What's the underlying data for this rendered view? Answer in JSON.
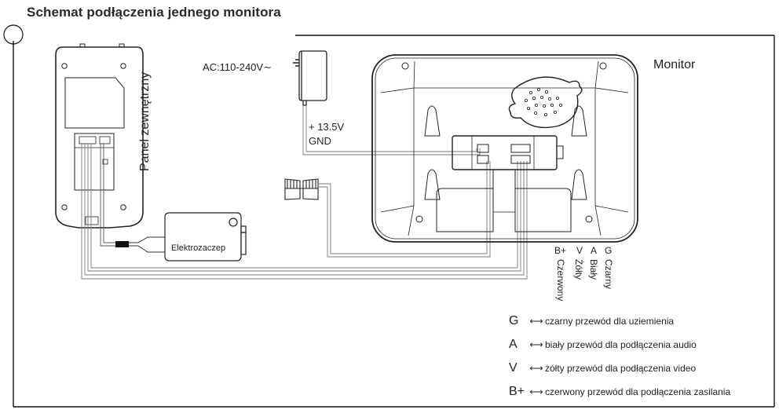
{
  "title": "Schemat podłączenia jednego monitora",
  "components": {
    "outdoor_panel": "Panel zewnętrzny",
    "monitor": "Monitor",
    "power_adapter": {
      "input": "AC:110-240V∼",
      "output_plus": "+ 13.5V",
      "output_gnd": "GND"
    },
    "door_strike": "Elektrozaczep"
  },
  "terminals": {
    "pins": [
      "B+",
      "V",
      "A",
      "G"
    ],
    "wire_colors": [
      "Czerwony",
      "Żółty",
      "Biały",
      "Czarny"
    ]
  },
  "legend": [
    {
      "symbol": "G",
      "arrow": "⟷",
      "text": "czarny przewód dla uziemienia"
    },
    {
      "symbol": "A",
      "arrow": "⟷",
      "text": "biały przewód dla podłączenia audio"
    },
    {
      "symbol": "V",
      "arrow": "⟷",
      "text": "żółty przewód dla podłączenia video"
    },
    {
      "symbol": "B+",
      "arrow": "⟷",
      "text": "czerwony przewód dla podłączenia zasilania"
    }
  ],
  "icons": [
    "frame-marker-icon",
    "power-adapter-icon",
    "connector-plug-icon",
    "speaker-grille-icon"
  ]
}
